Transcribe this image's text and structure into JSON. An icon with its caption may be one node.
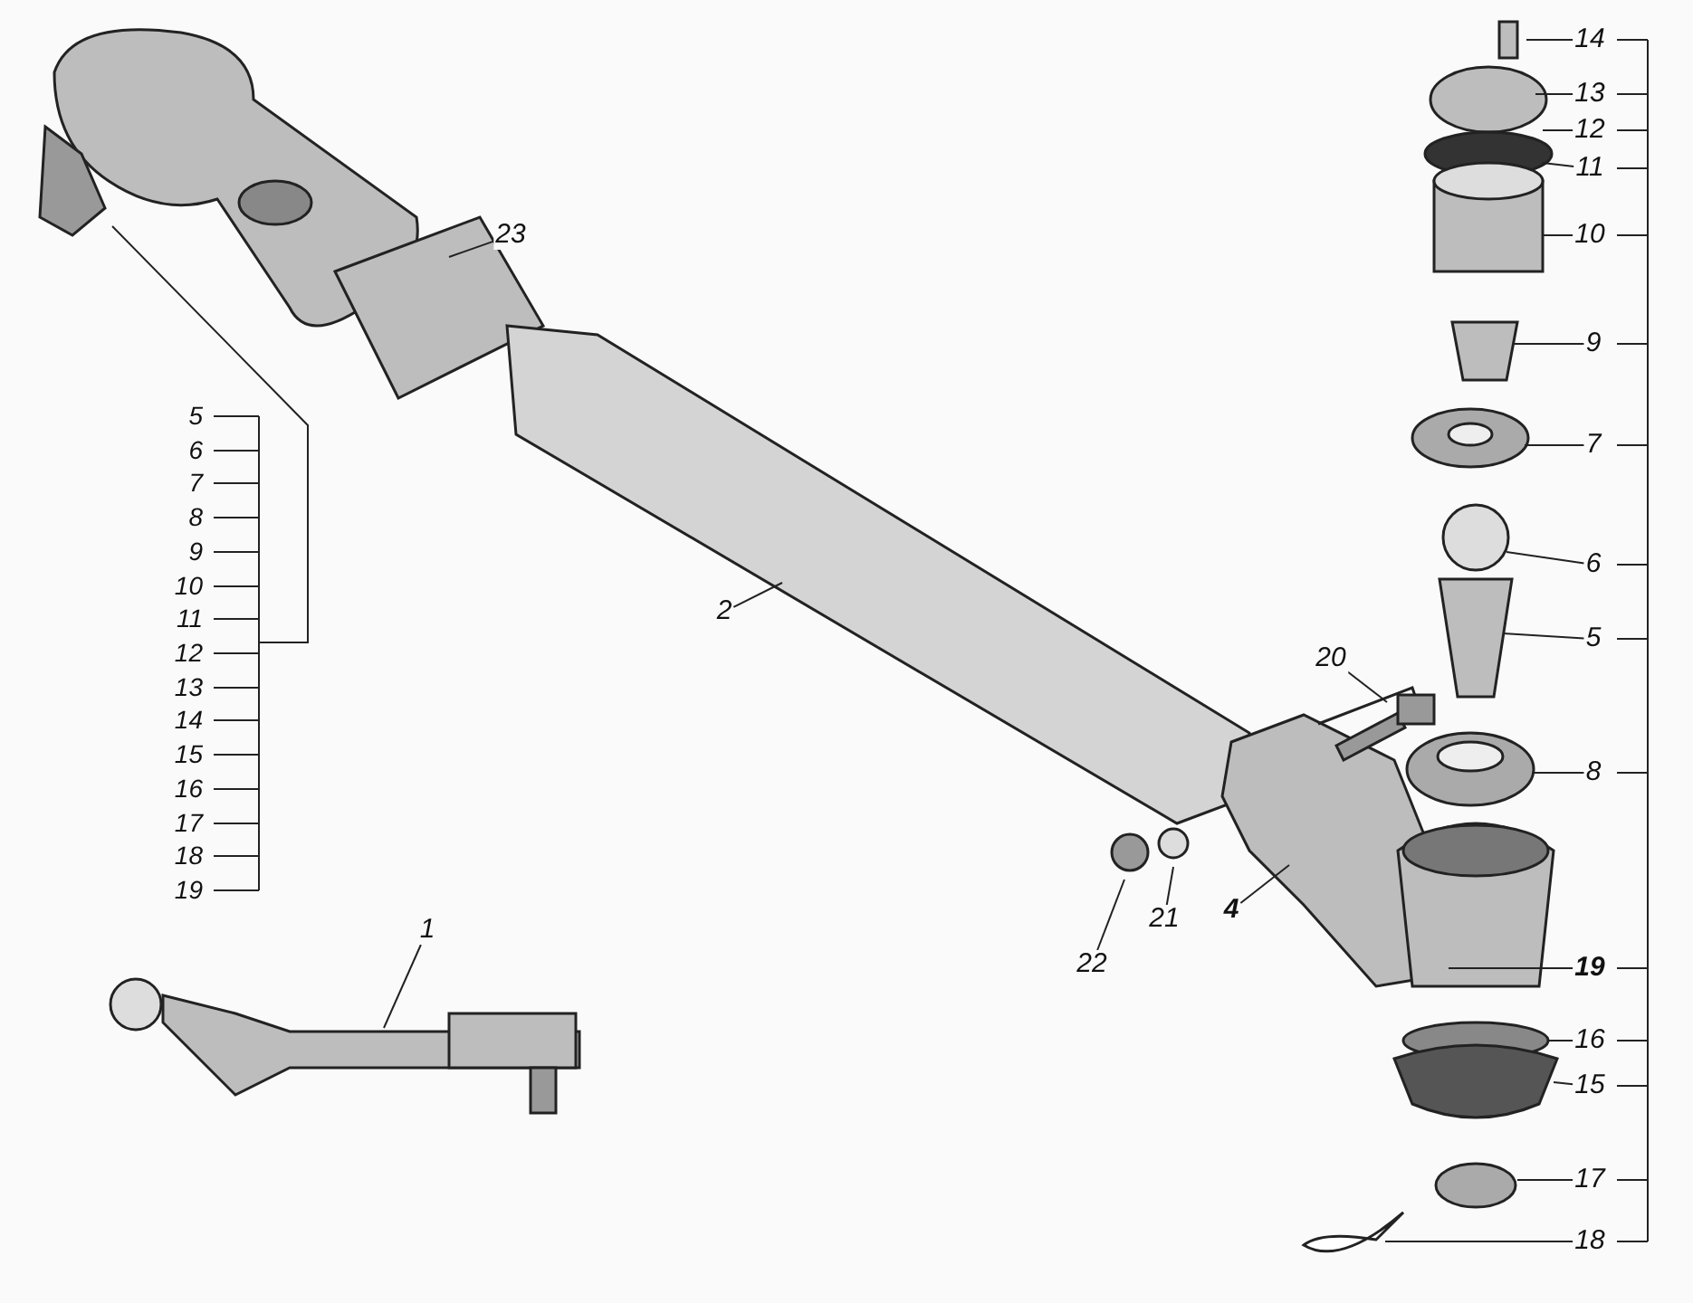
{
  "diagram": {
    "nodes": [
      {
        "text": [
          "23"
        ]
      },
      {
        "text": [
          "14"
        ]
      },
      {
        "text": [
          "13"
        ]
      },
      {
        "text": [
          "12"
        ]
      },
      {
        "text": [
          "11"
        ]
      },
      {
        "text": [
          "10"
        ]
      },
      {
        "text": [
          "9"
        ]
      },
      {
        "text": [
          "7"
        ]
      },
      {
        "text": [
          "6"
        ]
      },
      {
        "text": [
          "2"
        ]
      },
      {
        "text": [
          "5"
        ]
      },
      {
        "text": [
          "20"
        ]
      },
      {
        "text": [
          "8"
        ]
      },
      {
        "text": [
          "21"
        ]
      },
      {
        "text": [
          "22"
        ]
      },
      {
        "text": [
          "4"
        ]
      },
      {
        "text": [
          "19"
        ]
      },
      {
        "text": [
          "16"
        ]
      },
      {
        "text": [
          "15"
        ]
      },
      {
        "text": [
          "1"
        ]
      },
      {
        "text": [
          "17"
        ]
      },
      {
        "text": [
          "18"
        ]
      }
    ],
    "edges": [
      {
        "from": 0,
        "to": null,
        "arrow": "none"
      },
      {
        "from": 1,
        "to": null,
        "arrow": "none"
      },
      {
        "from": 2,
        "to": null,
        "arrow": "none"
      },
      {
        "from": 3,
        "to": null,
        "arrow": "none"
      },
      {
        "from": 4,
        "to": null,
        "arrow": "none"
      },
      {
        "from": 5,
        "to": null,
        "arrow": "none"
      },
      {
        "from": 6,
        "to": null,
        "arrow": "none"
      },
      {
        "from": 7,
        "to": null,
        "arrow": "none"
      },
      {
        "from": 8,
        "to": null,
        "arrow": "none"
      },
      {
        "from": 9,
        "to": null,
        "arrow": "none"
      },
      {
        "from": 10,
        "to": null,
        "arrow": "none"
      },
      {
        "from": 11,
        "to": null,
        "arrow": "none"
      },
      {
        "from": 12,
        "to": null,
        "arrow": "none"
      },
      {
        "from": 13,
        "to": null,
        "arrow": "none"
      },
      {
        "from": 14,
        "to": null,
        "arrow": "none"
      },
      {
        "from": 15,
        "to": null,
        "arrow": "none"
      },
      {
        "from": 16,
        "to": null,
        "arrow": "none"
      },
      {
        "from": 17,
        "to": null,
        "arrow": "none"
      },
      {
        "from": 18,
        "to": null,
        "arrow": "none"
      },
      {
        "from": 19,
        "to": null,
        "arrow": "none"
      },
      {
        "from": 20,
        "to": null,
        "arrow": "none"
      },
      {
        "from": 21,
        "to": null,
        "arrow": "none"
      }
    ],
    "labels": [
      "5",
      "6",
      "7",
      "8",
      "9",
      "10",
      "11",
      "12",
      "13",
      "14",
      "15",
      "16",
      "17",
      "18",
      "19"
    ]
  }
}
